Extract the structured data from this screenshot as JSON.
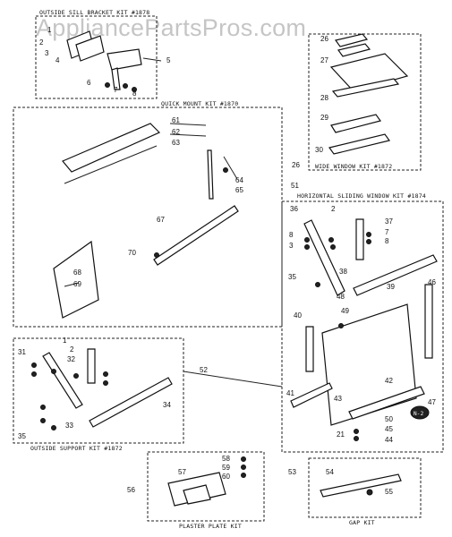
{
  "watermark": "AppliancePartsPros.com",
  "kits": {
    "outside_sill_bracket": "OUTSIDE SILL BRACKET KIT #1878",
    "quick_mount": "QUICK MOUNT KIT #1870",
    "wide_window": "WIDE WINDOW KIT #1872",
    "horizontal_sliding_window": "HORIZONTAL SLIDING WINDOW KIT #1874",
    "outside_support": "OUTSIDE SUPPORT KIT #1872",
    "plaster_plate": "PLASTER PLATE KIT",
    "gap": "GAP KIT"
  },
  "badge": "N-2",
  "part_numbers": [
    "1",
    "2",
    "3",
    "4",
    "5",
    "6",
    "7",
    "8",
    "21",
    "26",
    "27",
    "28",
    "29",
    "30",
    "31",
    "32",
    "33",
    "34",
    "35",
    "36",
    "37",
    "38",
    "39",
    "40",
    "41",
    "42",
    "43",
    "44",
    "45",
    "46",
    "47",
    "48",
    "49",
    "50",
    "51",
    "52",
    "53",
    "54",
    "55",
    "56",
    "57",
    "58",
    "59",
    "60",
    "61",
    "62",
    "63",
    "64",
    "65",
    "67",
    "68",
    "69",
    "70"
  ]
}
